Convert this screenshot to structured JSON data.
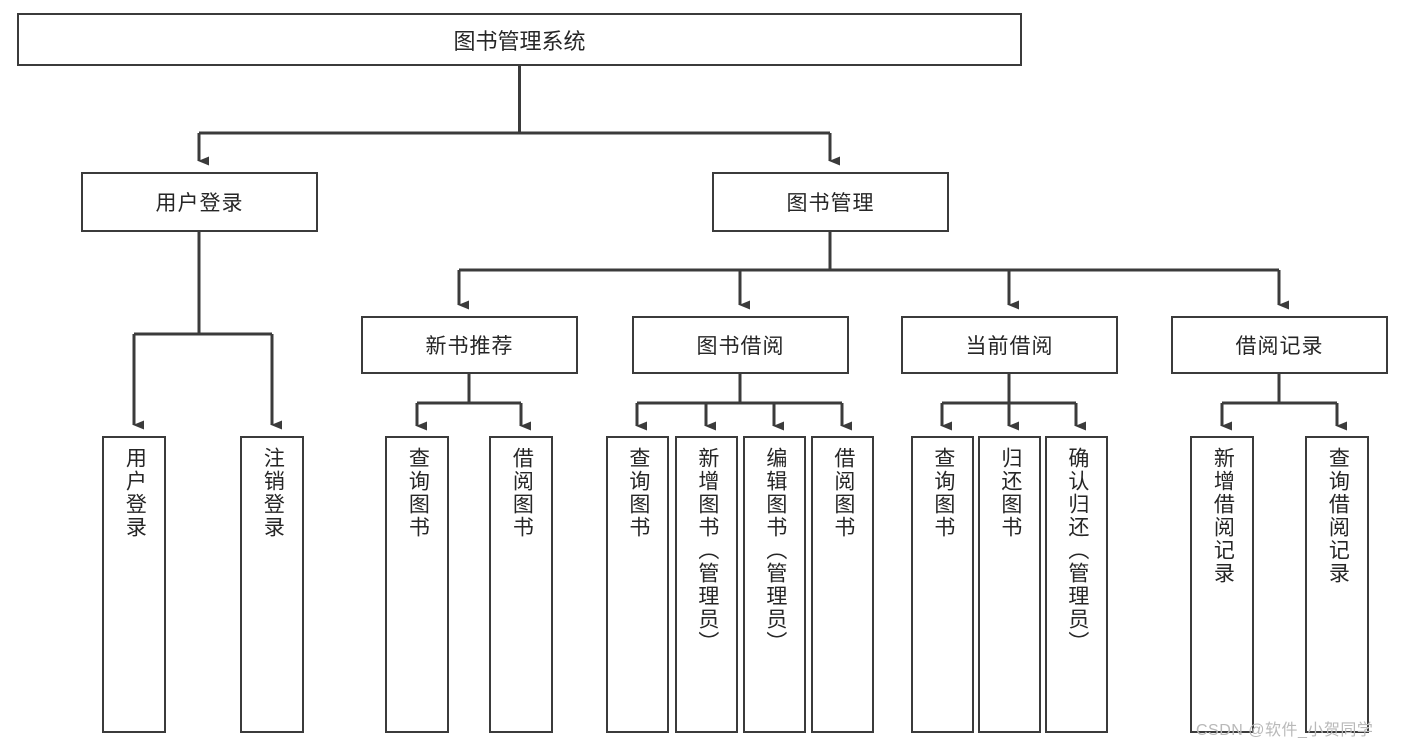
{
  "diagram": {
    "type": "tree-hierarchy",
    "title": "图书管理系统",
    "orientation": "top-down",
    "colors": {
      "box_border": "#3b3b3b",
      "box_fill": "#ffffff",
      "connector": "#3b3b3b",
      "text": "#262626",
      "watermark": "#b9b9b9",
      "background": "#ffffff"
    },
    "root": {
      "id": "root",
      "label": "图书管理系统"
    },
    "level2": [
      {
        "id": "user-login",
        "label": "用户登录"
      },
      {
        "id": "book-management",
        "label": "图书管理"
      }
    ],
    "level3": [
      {
        "id": "new-book-recommend",
        "label": "新书推荐",
        "parent": "book-management"
      },
      {
        "id": "book-borrow",
        "label": "图书借阅",
        "parent": "book-management"
      },
      {
        "id": "current-borrow",
        "label": "当前借阅",
        "parent": "book-management"
      },
      {
        "id": "borrow-record",
        "label": "借阅记录",
        "parent": "book-management"
      }
    ],
    "leaves": {
      "user-login": [
        {
          "id": "leaf-user-login",
          "label": "用户登录"
        },
        {
          "id": "leaf-logout",
          "label": "注销登录"
        }
      ],
      "new-book-recommend": [
        {
          "id": "leaf-query-book-1",
          "label": "查询图书"
        },
        {
          "id": "leaf-borrow-book-1",
          "label": "借阅图书"
        }
      ],
      "book-borrow": [
        {
          "id": "leaf-query-book-2",
          "label": "查询图书"
        },
        {
          "id": "leaf-add-book",
          "label": "新增图书（管理员）"
        },
        {
          "id": "leaf-edit-book",
          "label": "编辑图书（管理员）"
        },
        {
          "id": "leaf-borrow-book-2",
          "label": "借阅图书"
        }
      ],
      "current-borrow": [
        {
          "id": "leaf-query-book-3",
          "label": "查询图书"
        },
        {
          "id": "leaf-return-book",
          "label": "归还图书"
        },
        {
          "id": "leaf-confirm-return",
          "label": "确认归还（管理员）"
        }
      ],
      "borrow-record": [
        {
          "id": "leaf-add-record",
          "label": "新增借阅记录"
        },
        {
          "id": "leaf-query-record",
          "label": "查询借阅记录"
        }
      ]
    },
    "watermark": "CSDN @软件_小贺同学"
  }
}
